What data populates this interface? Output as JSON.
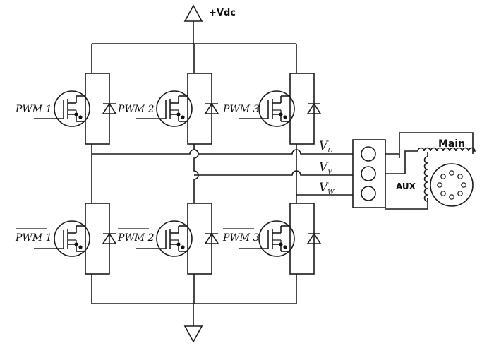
{
  "supply": {
    "top_label": "+Vdc"
  },
  "switches": {
    "high": [
      {
        "label": "PWM 1"
      },
      {
        "label": "PWM 2"
      },
      {
        "label": "PWM 3"
      }
    ],
    "low": [
      {
        "label": "PWM 1"
      },
      {
        "label": "PWM 2"
      },
      {
        "label": "PWM 3"
      }
    ]
  },
  "phases": [
    {
      "label": "V",
      "sub": "U"
    },
    {
      "label": "V",
      "sub": "V"
    },
    {
      "label": "V",
      "sub": "W"
    }
  ],
  "motor": {
    "main_label": "Main",
    "aux_label": "AUX"
  }
}
